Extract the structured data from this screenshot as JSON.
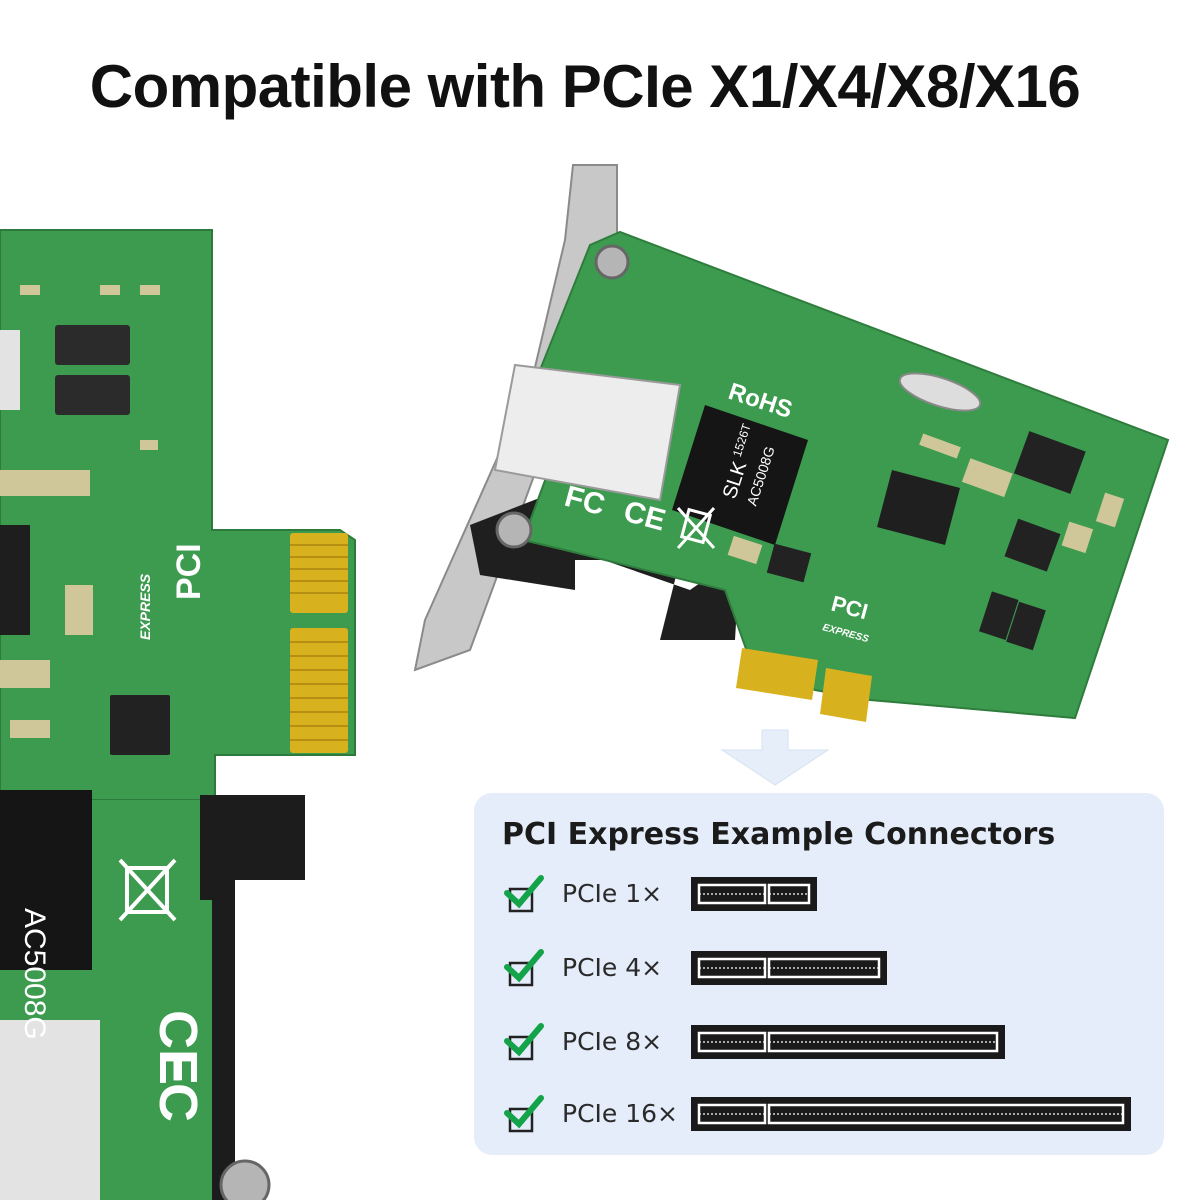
{
  "headline": "Compatible with PCIe X1/X4/X8/X16",
  "colors": {
    "pcb_green": "#3d9b4f",
    "gold_contacts": "#d8b21e",
    "panel_background": "#e4edf9",
    "check_green": "#15a34a",
    "headline_text": "#111111"
  },
  "card_markings": {
    "chip_brand": "SLK",
    "chip_model": "1526T",
    "chip_code": "AC5008G",
    "rohs": "RoHS",
    "pci": "PCI",
    "express": "EXPRESS",
    "fcc": "FC",
    "ce": "CE",
    "weee": "WEEE bin"
  },
  "connectors_panel": {
    "title": "PCI Express Example Connectors",
    "rows": [
      {
        "label": "PCIe 1×",
        "lanes": 1
      },
      {
        "label": "PCIe 4×",
        "lanes": 4
      },
      {
        "label": "PCIe 8×",
        "lanes": 8
      },
      {
        "label": "PCIe 16×",
        "lanes": 16
      }
    ]
  }
}
